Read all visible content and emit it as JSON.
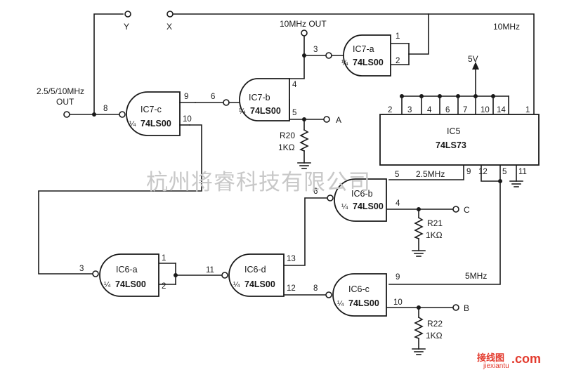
{
  "watermark": "杭州将睿科技有限公司",
  "logo": {
    "cn": "接线图",
    "dotcom": ".com",
    "site": "jiexiantu"
  },
  "supply": "5V",
  "signals": {
    "y": "Y",
    "x": "X",
    "out10": "10MHz OUT",
    "f10": "10MHz",
    "out_sel": [
      "2.5/5/10MHz",
      "OUT"
    ],
    "a": "A",
    "b": "B",
    "c": "C",
    "f25": "2.5MHz",
    "f5": "5MHz"
  },
  "gates": {
    "ic7a": {
      "name": "IC7-a",
      "frac": "¼",
      "part": "74LS00"
    },
    "ic7b": {
      "name": "IC7-b",
      "frac": "¼",
      "part": "74LS00"
    },
    "ic7c": {
      "name": "IC7-c",
      "frac": "¼",
      "part": "74LS00"
    },
    "ic6a": {
      "name": "IC6-a",
      "frac": "¼",
      "part": "74LS00"
    },
    "ic6b": {
      "name": "IC6-b",
      "frac": "¼",
      "part": "74LS00"
    },
    "ic6c": {
      "name": "IC6-c",
      "frac": "¼",
      "part": "74LS00"
    },
    "ic6d": {
      "name": "IC6-d",
      "frac": "¼",
      "part": "74LS00"
    }
  },
  "ic5": {
    "name": "IC5",
    "part": "74LS73"
  },
  "resistors": {
    "r20": {
      "ref": "R20",
      "val": "1KΩ"
    },
    "r21": {
      "ref": "R21",
      "val": "1KΩ"
    },
    "r22": {
      "ref": "R22",
      "val": "1KΩ"
    }
  },
  "pins": {
    "ic7a_in1": "1",
    "ic7a_in2": "2",
    "ic7a_out": "3",
    "ic7b_in": "6",
    "ic7b_out": "4",
    "ic7b_out5": "5",
    "ic7c_in": "8",
    "ic7c_out": "9",
    "ic7c_10": "10",
    "ic6a_in1": "1",
    "ic6a_in2": "2",
    "ic6a_out": "3",
    "ic6d_in": "11",
    "ic6d_13": "13",
    "ic6d_12": "12",
    "ic6b_in": "6",
    "ic6b_5": "5",
    "ic6b_out": "4",
    "ic6c_in": "8",
    "ic6c_9": "9",
    "ic6c_out": "10",
    "ic5_top": [
      "2",
      "3",
      "4",
      "6",
      "7",
      "10",
      "14",
      "1"
    ],
    "ic5_bot": [
      "9",
      "12",
      "5",
      "11"
    ]
  }
}
